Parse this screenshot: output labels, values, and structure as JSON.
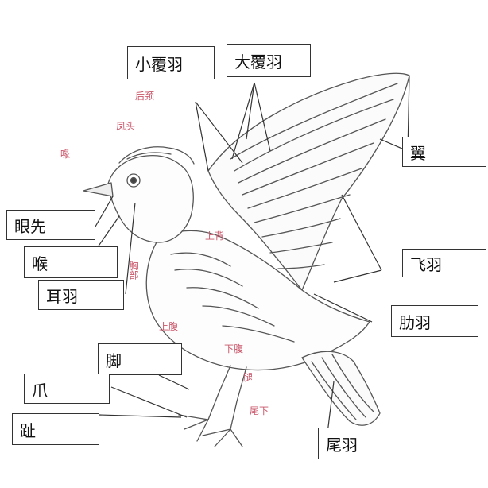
{
  "boxes": {
    "small_coverts": "小覆羽",
    "great_coverts": "大覆羽",
    "wing": "翼",
    "lores": "眼先",
    "throat": "喉",
    "ear_coverts": "耳羽",
    "flight_feathers": "飞羽",
    "flank_feathers": "肋羽",
    "leg": "脚",
    "claw": "爪",
    "toe": "趾",
    "tail_feathers": "尾羽"
  },
  "anatomy_labels": {
    "nape": "后颈",
    "crest": "凤头",
    "beak": "喙",
    "back": "上背",
    "chest": "胸部",
    "upper_belly": "上腹",
    "lower_belly": "下腹",
    "thigh": "腿",
    "undertail": "尾下"
  },
  "colors": {
    "label_pink": "#c9566a",
    "line": "#333333",
    "sketch": "#555555"
  }
}
